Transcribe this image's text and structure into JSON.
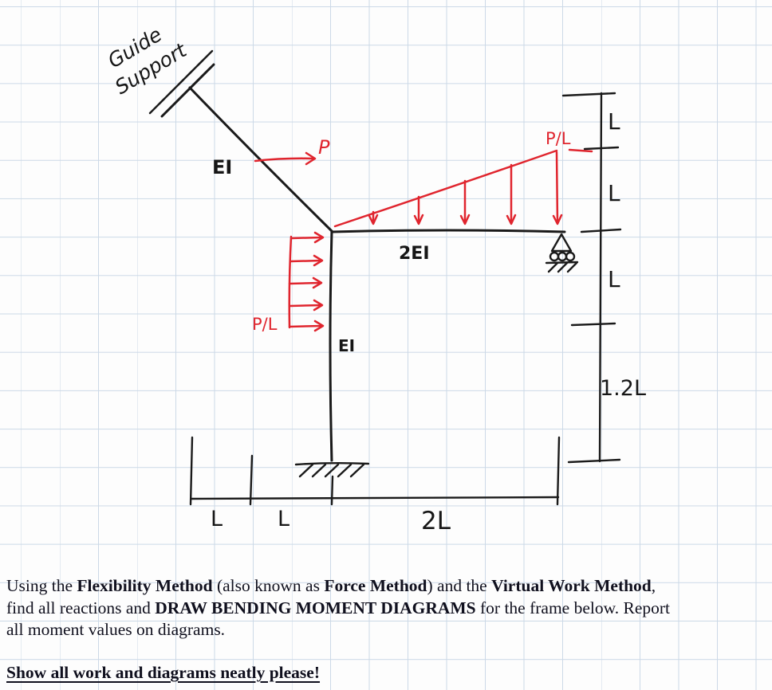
{
  "colors": {
    "ink": "#1a1a1a",
    "load_red": "#e0252e",
    "grid_blue": "#ccd9e7",
    "paper": "#fdfdfd",
    "body_text": "#10101e"
  },
  "diagram": {
    "support_label_line1": "Guide",
    "support_label_line2": "Support",
    "incline_stiffness": "EI",
    "point_load": "P",
    "beam_stiffness": "2EI",
    "triangular_load_peak": "P/L",
    "column_distributed_load": "P/L",
    "column_stiffness": "EI",
    "dims": {
      "bottom": [
        "L",
        "L",
        "2L"
      ],
      "right": [
        "L",
        "L",
        "L",
        "1.2L"
      ]
    }
  },
  "problem": {
    "lines": [
      [
        {
          "text": "Using the ",
          "bold": false
        },
        {
          "text": "Flexibility Method",
          "bold": true
        },
        {
          "text": " (also known as ",
          "bold": false
        },
        {
          "text": "Force Method",
          "bold": true
        },
        {
          "text": ") and the ",
          "bold": false
        },
        {
          "text": "Virtual Work Method",
          "bold": true
        },
        {
          "text": ",",
          "bold": false
        }
      ],
      [
        {
          "text": "find all reactions and ",
          "bold": false
        },
        {
          "text": "DRAW BENDING MOMENT DIAGRAMS",
          "bold": true
        },
        {
          "text": " for the frame below. Report",
          "bold": false
        }
      ],
      [
        {
          "text": "all moment values on diagrams.",
          "bold": false
        }
      ]
    ],
    "footer": "Show all work and diagrams neatly please!"
  }
}
